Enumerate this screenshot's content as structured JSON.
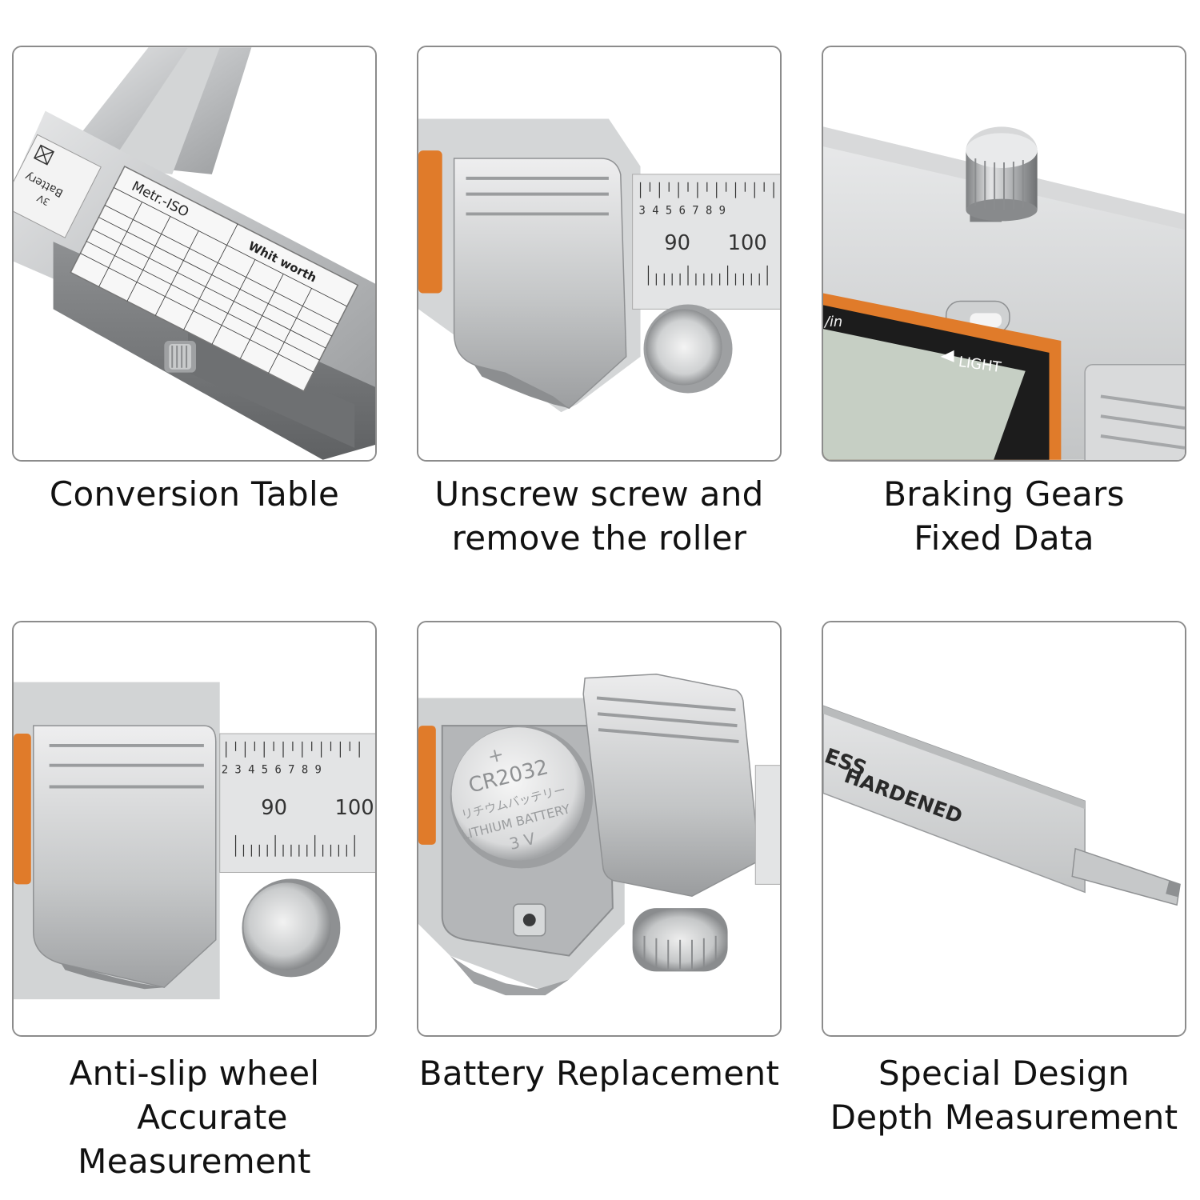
{
  "colors": {
    "accent": "#e07b2a",
    "steel": "#c9cbcc",
    "lcd": "#c6cfc4"
  },
  "tiles": [
    {
      "caption": [
        "Conversion Table"
      ],
      "table": {
        "header_left": "Metr.-ISO",
        "header_right": "Whit worth",
        "battery": "Battery",
        "volt": "3V"
      }
    },
    {
      "caption": [
        "Unscrew screw and",
        "remove the roller"
      ],
      "scale": {
        "ticks": "3 4 5 6 7 8 9",
        "n90": "90",
        "n100": "100"
      }
    },
    {
      "caption": [
        "Braking Gears",
        "Fixed Data"
      ],
      "display": {
        "unit": "/in",
        "light": "LIGHT"
      }
    },
    {
      "caption": [
        "Anti-slip wheel",
        "Accurate",
        "Measurement"
      ],
      "scale": {
        "ticks": "2 3 4 5 6 7 8 9",
        "n90": "90",
        "n100": "100"
      }
    },
    {
      "caption": [
        "Battery Replacement"
      ],
      "battery": {
        "model": "CR2032",
        "jp": "リチウムバッテリー",
        "type": "LITHIUM BATTERY",
        "volt": "3 V"
      }
    },
    {
      "caption": [
        "Special Design",
        "Depth Measurement"
      ],
      "engraving": {
        "top": "ESS",
        "bottom": "HARDENED"
      }
    }
  ]
}
